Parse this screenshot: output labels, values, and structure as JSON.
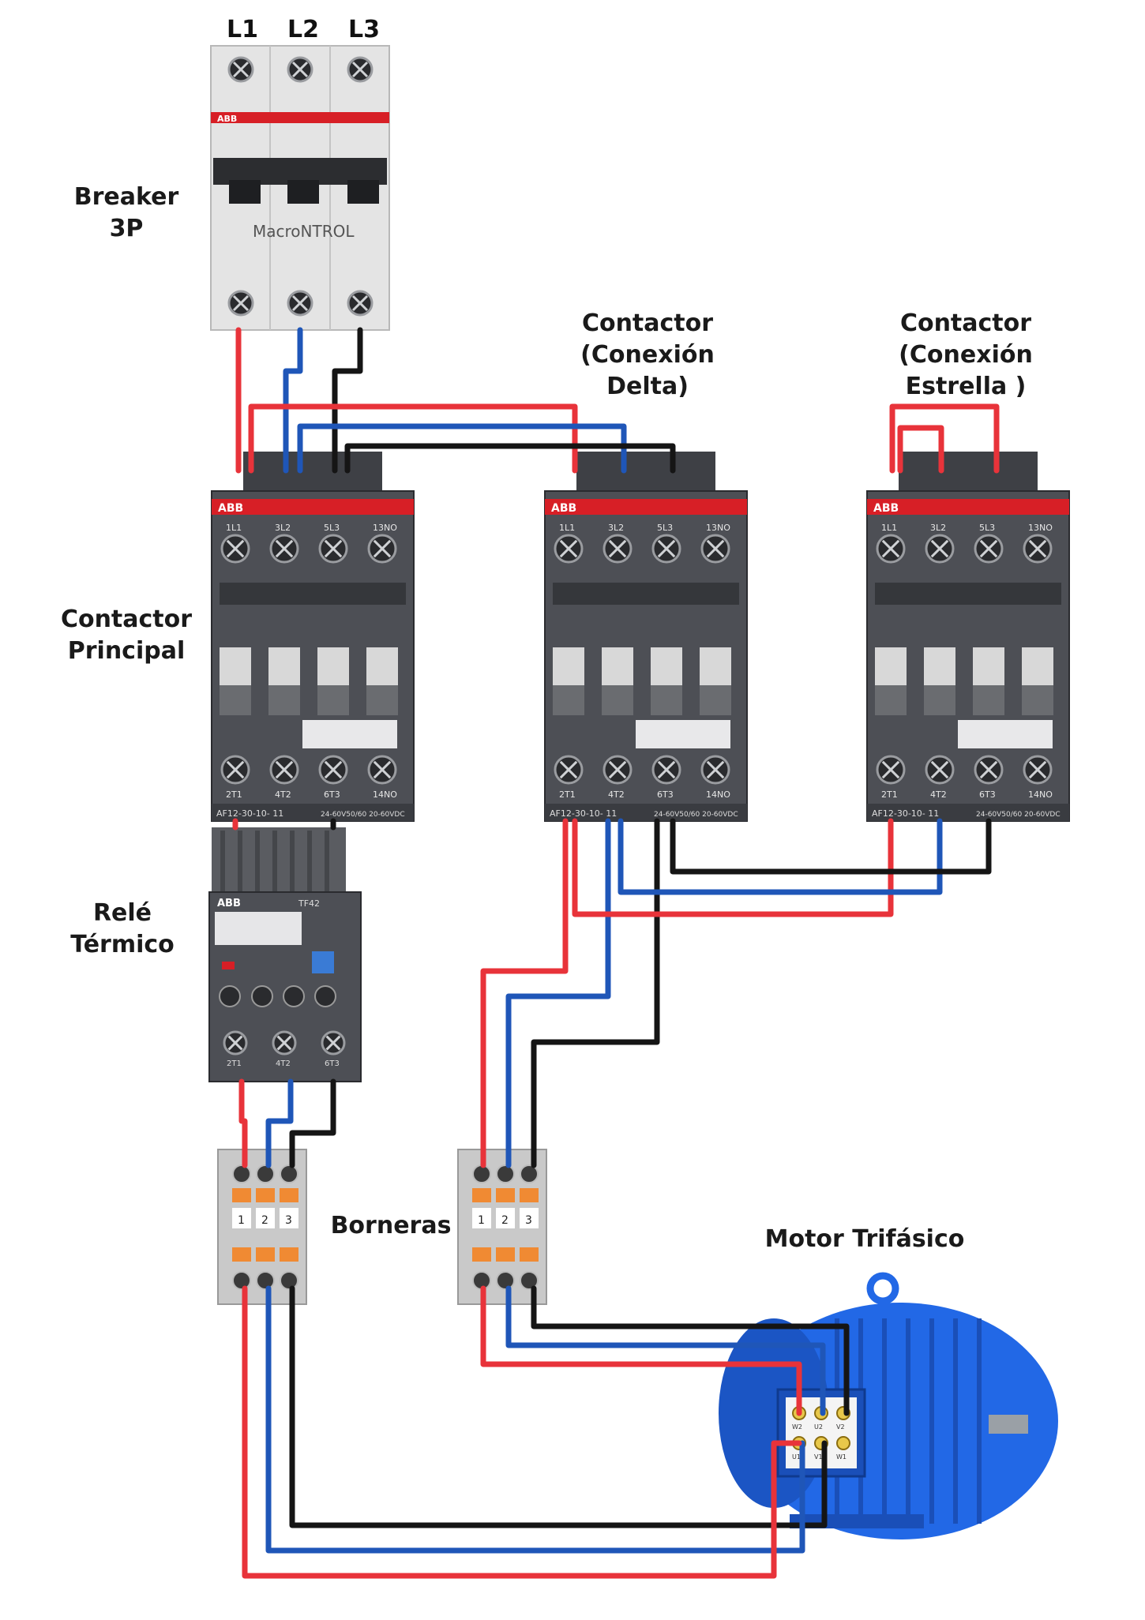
{
  "phases": [
    "L1",
    "L2",
    "L3"
  ],
  "labels": {
    "breaker": [
      "Breaker",
      "3P"
    ],
    "main_contactor": [
      "Contactor",
      "Principal"
    ],
    "delta_contactor": [
      "Contactor (Conexión",
      "Delta)"
    ],
    "star_contactor": [
      "Contactor (Conexión",
      "Estrella )"
    ],
    "thermal_relay": [
      "Relé",
      "Térmico"
    ],
    "terminal_blocks": "Borneras",
    "motor": "Motor Trifásico"
  },
  "device_marks": {
    "brand": "ABB",
    "watermark": "MacroNTROL",
    "contactor_model": "AF12-30-10- 11",
    "contactor_coil": "24-60V50/60 20-60VDC",
    "top_terminals": [
      "1L1",
      "3L2",
      "5L3",
      "13NO"
    ],
    "bottom_terminals": [
      "2T1",
      "4T2",
      "6T3",
      "14NO"
    ],
    "relay_model": "TF42",
    "relay_terminals": [
      "2T1",
      "4T2",
      "6T3"
    ],
    "terminal_numbers": [
      "1",
      "2",
      "3"
    ],
    "motor_terminals": [
      "W2",
      "U2",
      "V2",
      "U1",
      "V1",
      "W1"
    ]
  },
  "colors": {
    "L1_wire": "#e8333a",
    "L2_wire": "#1f56b8",
    "L3_wire": "#151515",
    "abb_red": "#d71f26",
    "device_body": "#4d4f55",
    "breaker_body": "#e4e4e4",
    "motor_blue": "#2268e6"
  }
}
